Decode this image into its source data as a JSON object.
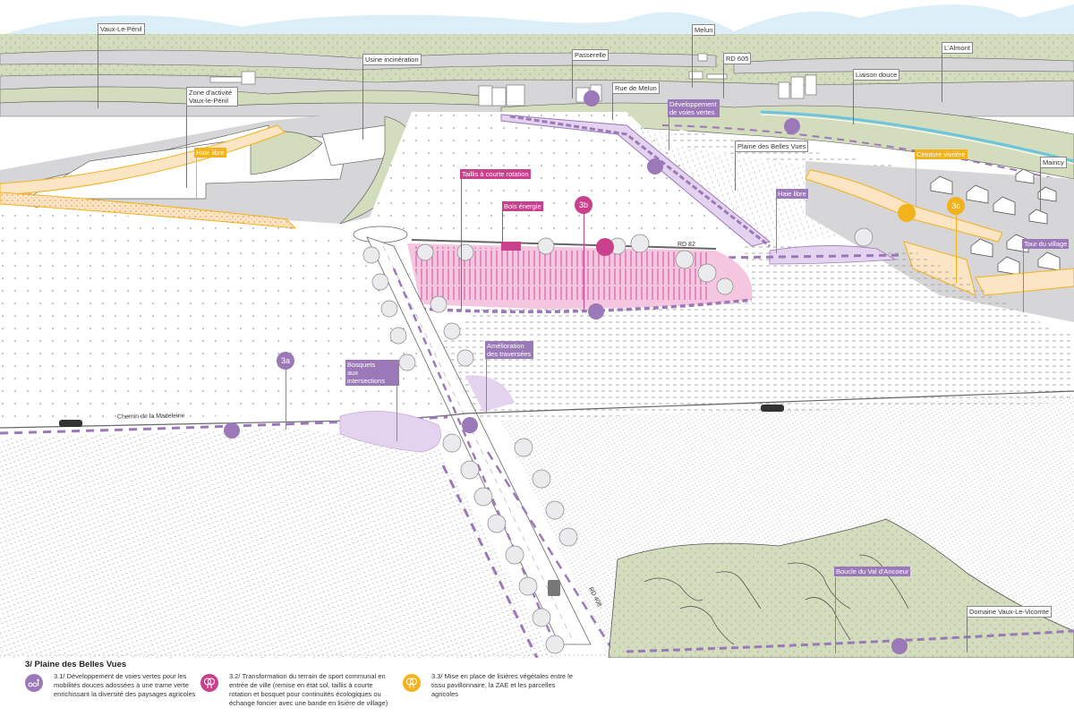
{
  "colors": {
    "sky": "#dceef8",
    "forest": "#d3dcbd",
    "urban_grey": "#d6d6d8",
    "purple": "#9b78b8",
    "magenta": "#c9408c",
    "pink_fill": "#f5c6e0",
    "yellow": "#f2b21b",
    "yellow_fill": "#fbe5c4",
    "lilac_trees": "#e4d3ee",
    "water": "#6cc4dd"
  },
  "place_labels": {
    "vaux_le_penil": "Vaux-Le-Pénil",
    "zone_activite_line1": "Zone d'activité",
    "zone_activite_line2": "Vaux-le-Pénil",
    "usine": "Usine incinération",
    "passerelle": "Passerelle",
    "melun": "Melun",
    "rd605": "RD 605",
    "rue_de_melun": "Rue de Melun",
    "almont": "L'Almont",
    "liaison_douce": "Liaison douce",
    "plaine_belles_vues": "Plaine des Belles Vues",
    "maincy": "Maincy",
    "domaine_vaux": "Domaine Vaux-Le-Vicomte"
  },
  "action_labels": {
    "haie_libre_yellow": "Haie libre",
    "developpement_line1": "Développement",
    "developpement_line2": "de voies vertes",
    "taillis": "Taillis à courte rotation",
    "bois_energie": "Bois énergie",
    "haie_libre_purple": "Haie libre",
    "ceinture_vivriere": "Ceinture vivrière",
    "tour_du_village": "Tour du village",
    "bosquets_line1": "Bosquets",
    "bosquets_line2": "aux intersections",
    "amelioration_line1": "Amélioration",
    "amelioration_line2": "des traversées",
    "boucle_val": "Boucle du Val d'Ancoeur"
  },
  "badges": {
    "b3a": "3a",
    "b3b": "3b",
    "b3c": "3c"
  },
  "roads": {
    "rd82": "RD 82",
    "rd408": "RD 408",
    "chemin_madeleine": "Chemin de la Madeleine"
  },
  "legend": {
    "title": "3/ Plaine des Belles Vues",
    "items": [
      {
        "icon": "cyclists-pedestrian-icon",
        "color": "#9b78b8",
        "text": "3.1/ Développement de voies vertes pour les mobilités douces adossées à une trame verte enrichissant la diversité des paysages agricoles"
      },
      {
        "icon": "trees-icon",
        "color": "#c9408c",
        "text": "3.2/ Transformation du terrain de sport communal en entrée de ville (remise en état sol, taillis à courte rotation et bosquet pour continuités écologiques ou échange foncier avec une bande en lisière de village)"
      },
      {
        "icon": "trees-icon",
        "color": "#f2b21b",
        "text": "3.3/ Mise en place de lisières végétales entre le tissu pavillonnaire, la ZAE et les parcelles agricoles"
      }
    ]
  }
}
